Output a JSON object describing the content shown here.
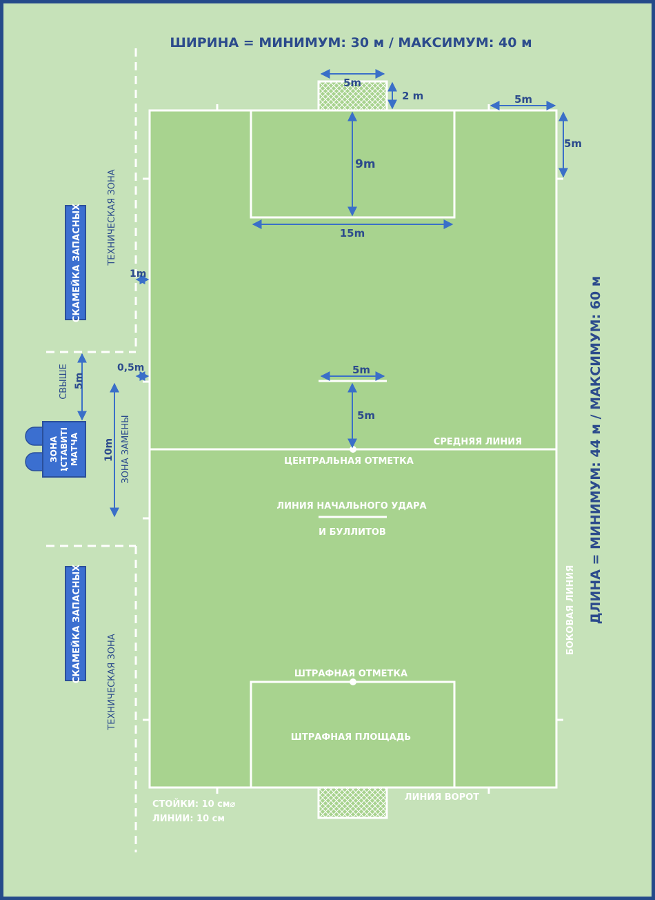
{
  "colors": {
    "frame": "#254a8a",
    "background": "#c6e2b9",
    "pitch": "#a8d38f",
    "pitch_lines": "#ffffff",
    "dimension_text": "#2c4b8c",
    "arrows": "#3a6fc8",
    "bench": "#3b6fd0",
    "bench_border": "#2a4f9a"
  },
  "labels": {
    "width_title": "ШИРИНА = МИНИМУМ: 30 м / МАКСИМУМ: 40 м",
    "length_title": "ДЛИНА = МИНИМУМ: 44 м / МАКСИМУМ: 60 м",
    "goal_width": "5m",
    "goal_depth": "2 m",
    "corner_width": "5m",
    "corner_depth": "5m",
    "penalty_depth": "9m",
    "penalty_width": "15m",
    "touchline_gap": "1m",
    "sub_gap": "0,5m",
    "kickoff_width": "5m",
    "kickoff_dist": "5m",
    "halfway_line": "СРЕДНЯЯ ЛИНИЯ",
    "center_mark": "ЦЕНТРАЛЬНАЯ ОТМЕТКА",
    "kickoff_line_1": "ЛИНИЯ НАЧАЛЬНОГО УДАРА",
    "kickoff_line_2": "И БУЛЛИТОВ",
    "penalty_mark": "ШТРАФНАЯ ОТМЕТКА",
    "penalty_area": "ШТРАФНАЯ ПЛОЩАДЬ",
    "goal_line": "ЛИНИЯ ВОРОТ",
    "touchline": "БОКОВАЯ ЛИНИЯ",
    "posts": "СТОЙКИ: 10 см⌀",
    "lines": "ЛИНИИ: 10 см",
    "technical_zone_top": "ТЕХНИЧЕСКАЯ ЗОНА",
    "technical_zone_bottom": "ТЕХНИЧЕСКАЯ ЗОНА",
    "bench_top": "СКАМЕЙКА ЗАПАСНЫХ",
    "bench_bottom": "СКАМЕЙКА ЗАПАСНЫХ",
    "officials_zone": "ЗОНА ПРЕДСТАВИТЕЛЕЙ МАТЧА",
    "above_5m_word": "СВЫШЕ",
    "above_5m_value": "5m",
    "sub_zone_len": "10m",
    "sub_zone": "ЗОНА ЗАМЕНЫ"
  }
}
